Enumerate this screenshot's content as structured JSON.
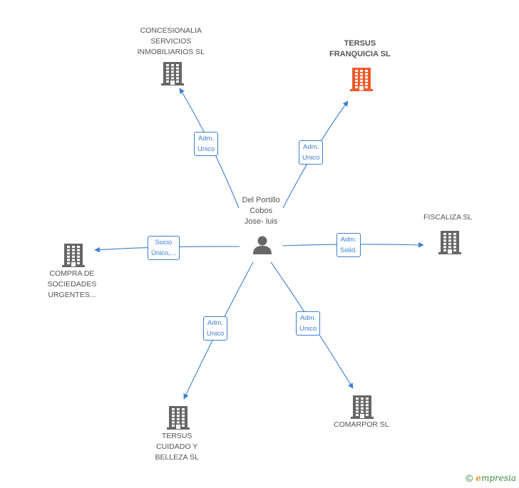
{
  "center": {
    "name_lines": [
      "Del Portillo",
      "Cobos",
      "Jose- luis"
    ],
    "icon": "person-icon"
  },
  "nodes": [
    {
      "id": "concesionalia",
      "lines": [
        "CONCESIONALIA",
        "SERVICIOS",
        "INMOBILIARIOS SL"
      ],
      "icon": "building-icon",
      "color": "#666666",
      "highlight": false
    },
    {
      "id": "tersus-franquicia",
      "lines": [
        "TERSUS",
        "FRANQUICIA SL"
      ],
      "icon": "building-icon",
      "color": "#f05a28",
      "highlight": true
    },
    {
      "id": "fiscaliza",
      "lines": [
        "FISCALIZA SL"
      ],
      "icon": "building-icon",
      "color": "#666666",
      "highlight": false
    },
    {
      "id": "comarpor",
      "lines": [
        "COMARPOR SL"
      ],
      "icon": "building-icon",
      "color": "#666666",
      "highlight": false
    },
    {
      "id": "tersus-cuidado",
      "lines": [
        "TERSUS",
        "CUIDADO Y",
        "BELLEZA SL"
      ],
      "icon": "building-icon",
      "color": "#666666",
      "highlight": false
    },
    {
      "id": "compra-sociedades",
      "lines": [
        "COMPRA DE",
        "SOCIEDADES",
        "URGENTES..."
      ],
      "icon": "building-icon",
      "color": "#666666",
      "highlight": false
    }
  ],
  "edges": [
    {
      "to": "concesionalia",
      "lines": [
        "Adm.",
        "Unico"
      ]
    },
    {
      "to": "tersus-franquicia",
      "lines": [
        "Adm.",
        "Unico"
      ]
    },
    {
      "to": "fiscaliza",
      "lines": [
        "Adm.",
        "Solid."
      ]
    },
    {
      "to": "comarpor",
      "lines": [
        "Adm.",
        "Unico"
      ]
    },
    {
      "to": "tersus-cuidado",
      "lines": [
        "Adm.",
        "Unico"
      ]
    },
    {
      "to": "compra-sociedades",
      "lines": [
        "Socio",
        "Único,..."
      ]
    }
  ],
  "colors": {
    "edge": "#3d7fd3",
    "node_default": "#666666",
    "node_highlight": "#f05a28"
  },
  "brand": {
    "copyright": "©",
    "name_initial": "e",
    "name_rest": "mpresia"
  }
}
